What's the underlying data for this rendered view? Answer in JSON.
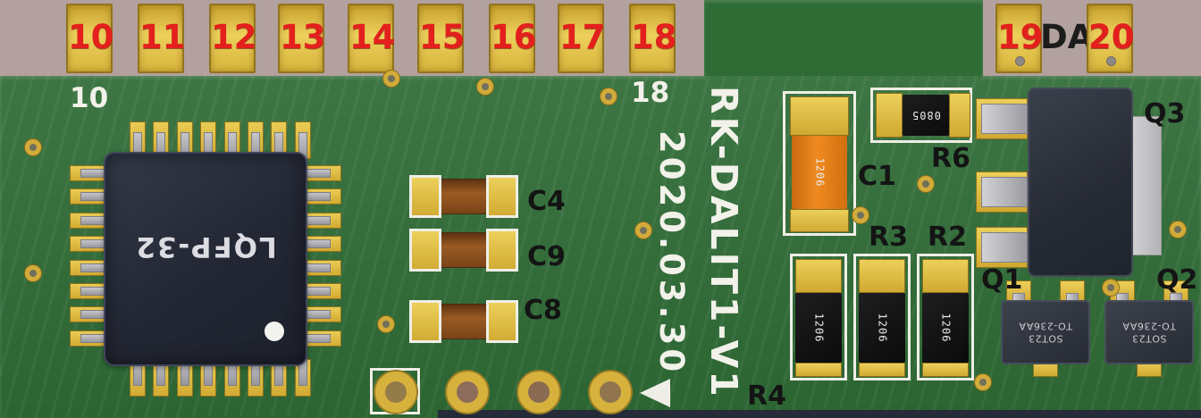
{
  "edge_pads": [
    {
      "label": "10"
    },
    {
      "label": "11"
    },
    {
      "label": "12"
    },
    {
      "label": "13"
    },
    {
      "label": "14"
    },
    {
      "label": "15"
    },
    {
      "label": "16"
    },
    {
      "label": "17"
    },
    {
      "label": "18"
    }
  ],
  "right_pads": [
    {
      "label": "19"
    },
    {
      "label": "20"
    }
  ],
  "da_label": "DA",
  "silkscreen": {
    "pin10": "10",
    "pin18": "18",
    "date": "2020.03.30",
    "title": "RK-DALIT1-V1"
  },
  "chip": {
    "label": "LQFP-32"
  },
  "labels": {
    "c4": "C4",
    "c9": "C9",
    "c8": "C8",
    "c1": "C1",
    "r6": "R6",
    "r3": "R3",
    "r2": "R2",
    "r4": "R4",
    "q1": "Q1",
    "q2": "Q2",
    "q3": "Q3"
  },
  "markings": {
    "c1_code": "1206",
    "r6_code": "0805",
    "r_code": "1206",
    "sot_line1": "SOT23",
    "sot_line2": "TO-236AA"
  },
  "colors": {
    "bg_pink": "#b2a19e",
    "board_green": "#2e6b35",
    "pad_gold": "#ddb83e",
    "number_red": "#e3201d",
    "silk_white": "#f2f1ea",
    "label_black": "#141414",
    "chip_navy": "#272b38",
    "cap_orange": "#e8821a",
    "cap_brown": "#8a4e1d",
    "smd_black": "#121212"
  }
}
